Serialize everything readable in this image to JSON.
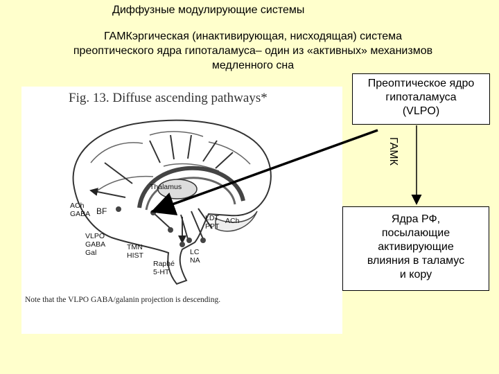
{
  "slide": {
    "title": "Диффузные модулирующие системы",
    "subtitle_lines": [
      "ГАМКэргическая (инактивирующая, нисходящая) система",
      "преоптического ядра гипоталамуса– один из «активных» механизмов",
      "медленного сна"
    ]
  },
  "figure": {
    "title": "Fig. 13. Diffuse ascending pathways*",
    "note": "Note that the VLPO GABA/galanin projection is descending.",
    "labels": {
      "thalamus": "Thalamus",
      "ach_gaba": [
        "ACh",
        "GABA"
      ],
      "bf": "BF",
      "vlpo": [
        "VLPO",
        "GABA",
        "Gal"
      ],
      "tmn": [
        "TMN",
        "HIST"
      ],
      "raphe": [
        "Raphé",
        "5-HT"
      ],
      "lc": [
        "LC",
        "NA"
      ],
      "ldt": [
        "LDT",
        "PPT"
      ],
      "ach_right": "ACh"
    }
  },
  "box_top": {
    "lines": [
      "Преоптическое ядро",
      "гипоталамуса",
      "(VLPO)"
    ]
  },
  "arrow_label": "ГАМК",
  "box_bottom": {
    "lines": [
      "Ядра РФ,",
      "посылающие",
      "активирующие",
      "влияния в таламус",
      "и кору"
    ]
  }
}
